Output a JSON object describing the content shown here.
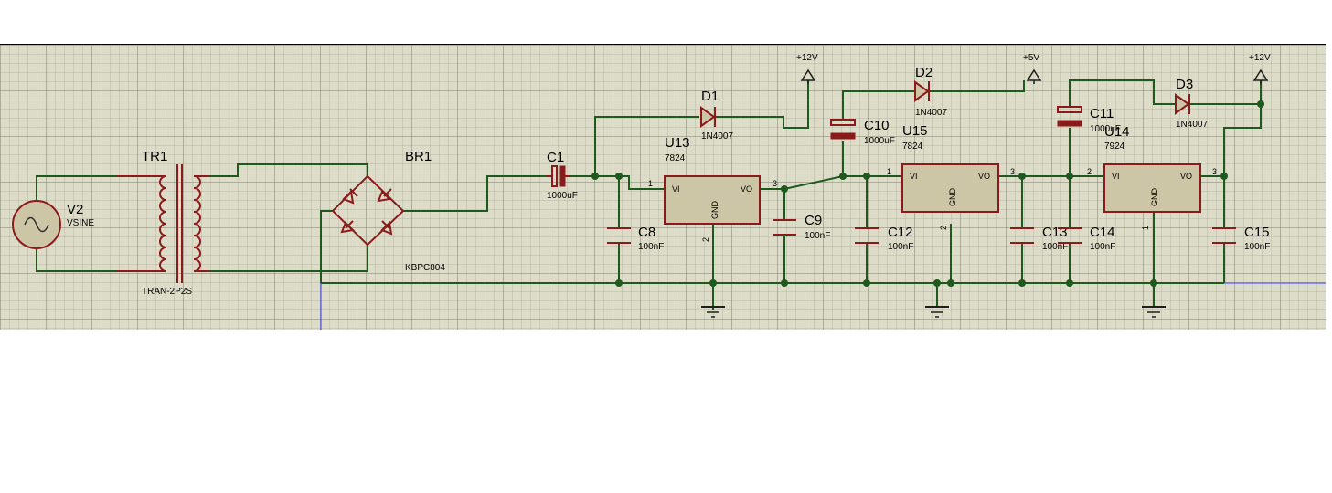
{
  "schematic": {
    "source": {
      "ref": "V2",
      "value": "VSINE"
    },
    "transformer": {
      "ref": "TR1",
      "value": "TRAN-2P2S"
    },
    "bridge": {
      "ref": "BR1",
      "value": "KBPC804"
    },
    "c1": {
      "ref": "C1",
      "value": "1000uF"
    },
    "c8": {
      "ref": "C8",
      "value": "100nF"
    },
    "c9": {
      "ref": "C9",
      "value": "100nF"
    },
    "c10": {
      "ref": "C10",
      "value": "1000uF"
    },
    "c11": {
      "ref": "C11",
      "value": "1000uF"
    },
    "c12": {
      "ref": "C12",
      "value": "100nF"
    },
    "c13": {
      "ref": "C13",
      "value": "100nF"
    },
    "c14": {
      "ref": "C14",
      "value": "100nF"
    },
    "c15": {
      "ref": "C15",
      "value": "100nF"
    },
    "d1": {
      "ref": "D1",
      "value": "1N4007"
    },
    "d2": {
      "ref": "D2",
      "value": "1N4007"
    },
    "d3": {
      "ref": "D3",
      "value": "1N4007"
    },
    "u13": {
      "ref": "U13",
      "value": "7824",
      "pin_in": "VI",
      "pin_out": "VO",
      "pin_gnd": "GND",
      "n1": "1",
      "n2": "2",
      "n3": "3"
    },
    "u15": {
      "ref": "U15",
      "value": "7824",
      "pin_in": "VI",
      "pin_out": "VO",
      "pin_gnd": "GND",
      "n1": "1",
      "n2": "2",
      "n3": "3"
    },
    "u14": {
      "ref": "U14",
      "value": "7924",
      "pin_in": "VI",
      "pin_out": "VO",
      "pin_gnd": "GND",
      "n1": "1",
      "n2": "2",
      "n3": "3"
    },
    "terminals": {
      "t1": "+12V",
      "t2": "+5V",
      "t3": "+12V"
    }
  },
  "colors": {
    "wire": "#1e5a1e",
    "component": "#8b1a1a",
    "body_fill": "#cdc6a6",
    "sheet": "#dcdcc8"
  }
}
